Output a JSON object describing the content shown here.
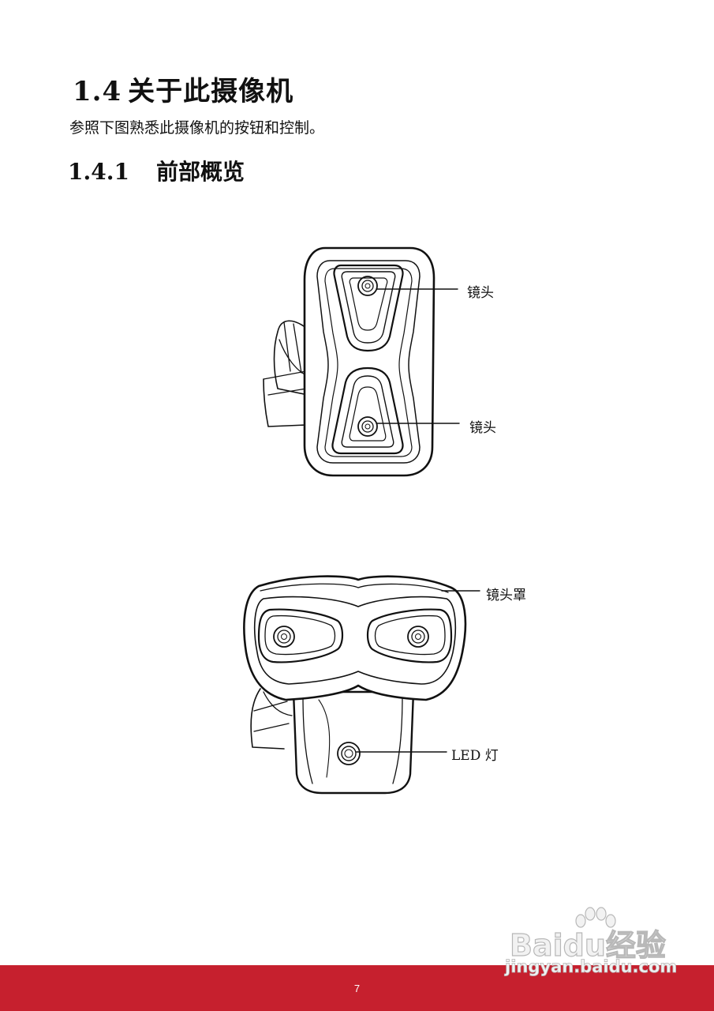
{
  "section": {
    "number": "1.4",
    "title": "关于此摄像机",
    "intro": "参照下图熟悉此摄像机的按钮和控制。"
  },
  "subsection": {
    "number": "1.4.1",
    "title": "前部概览"
  },
  "figure1": {
    "callouts": [
      "镜头",
      "镜头"
    ]
  },
  "figure2": {
    "callouts": [
      "镜头罩",
      "LED 灯"
    ]
  },
  "watermark": {
    "logo": "Baidu经验",
    "url": "jingyan.baidu.com"
  },
  "footer": {
    "page_number": "7",
    "bar_color": "#c6202e"
  }
}
